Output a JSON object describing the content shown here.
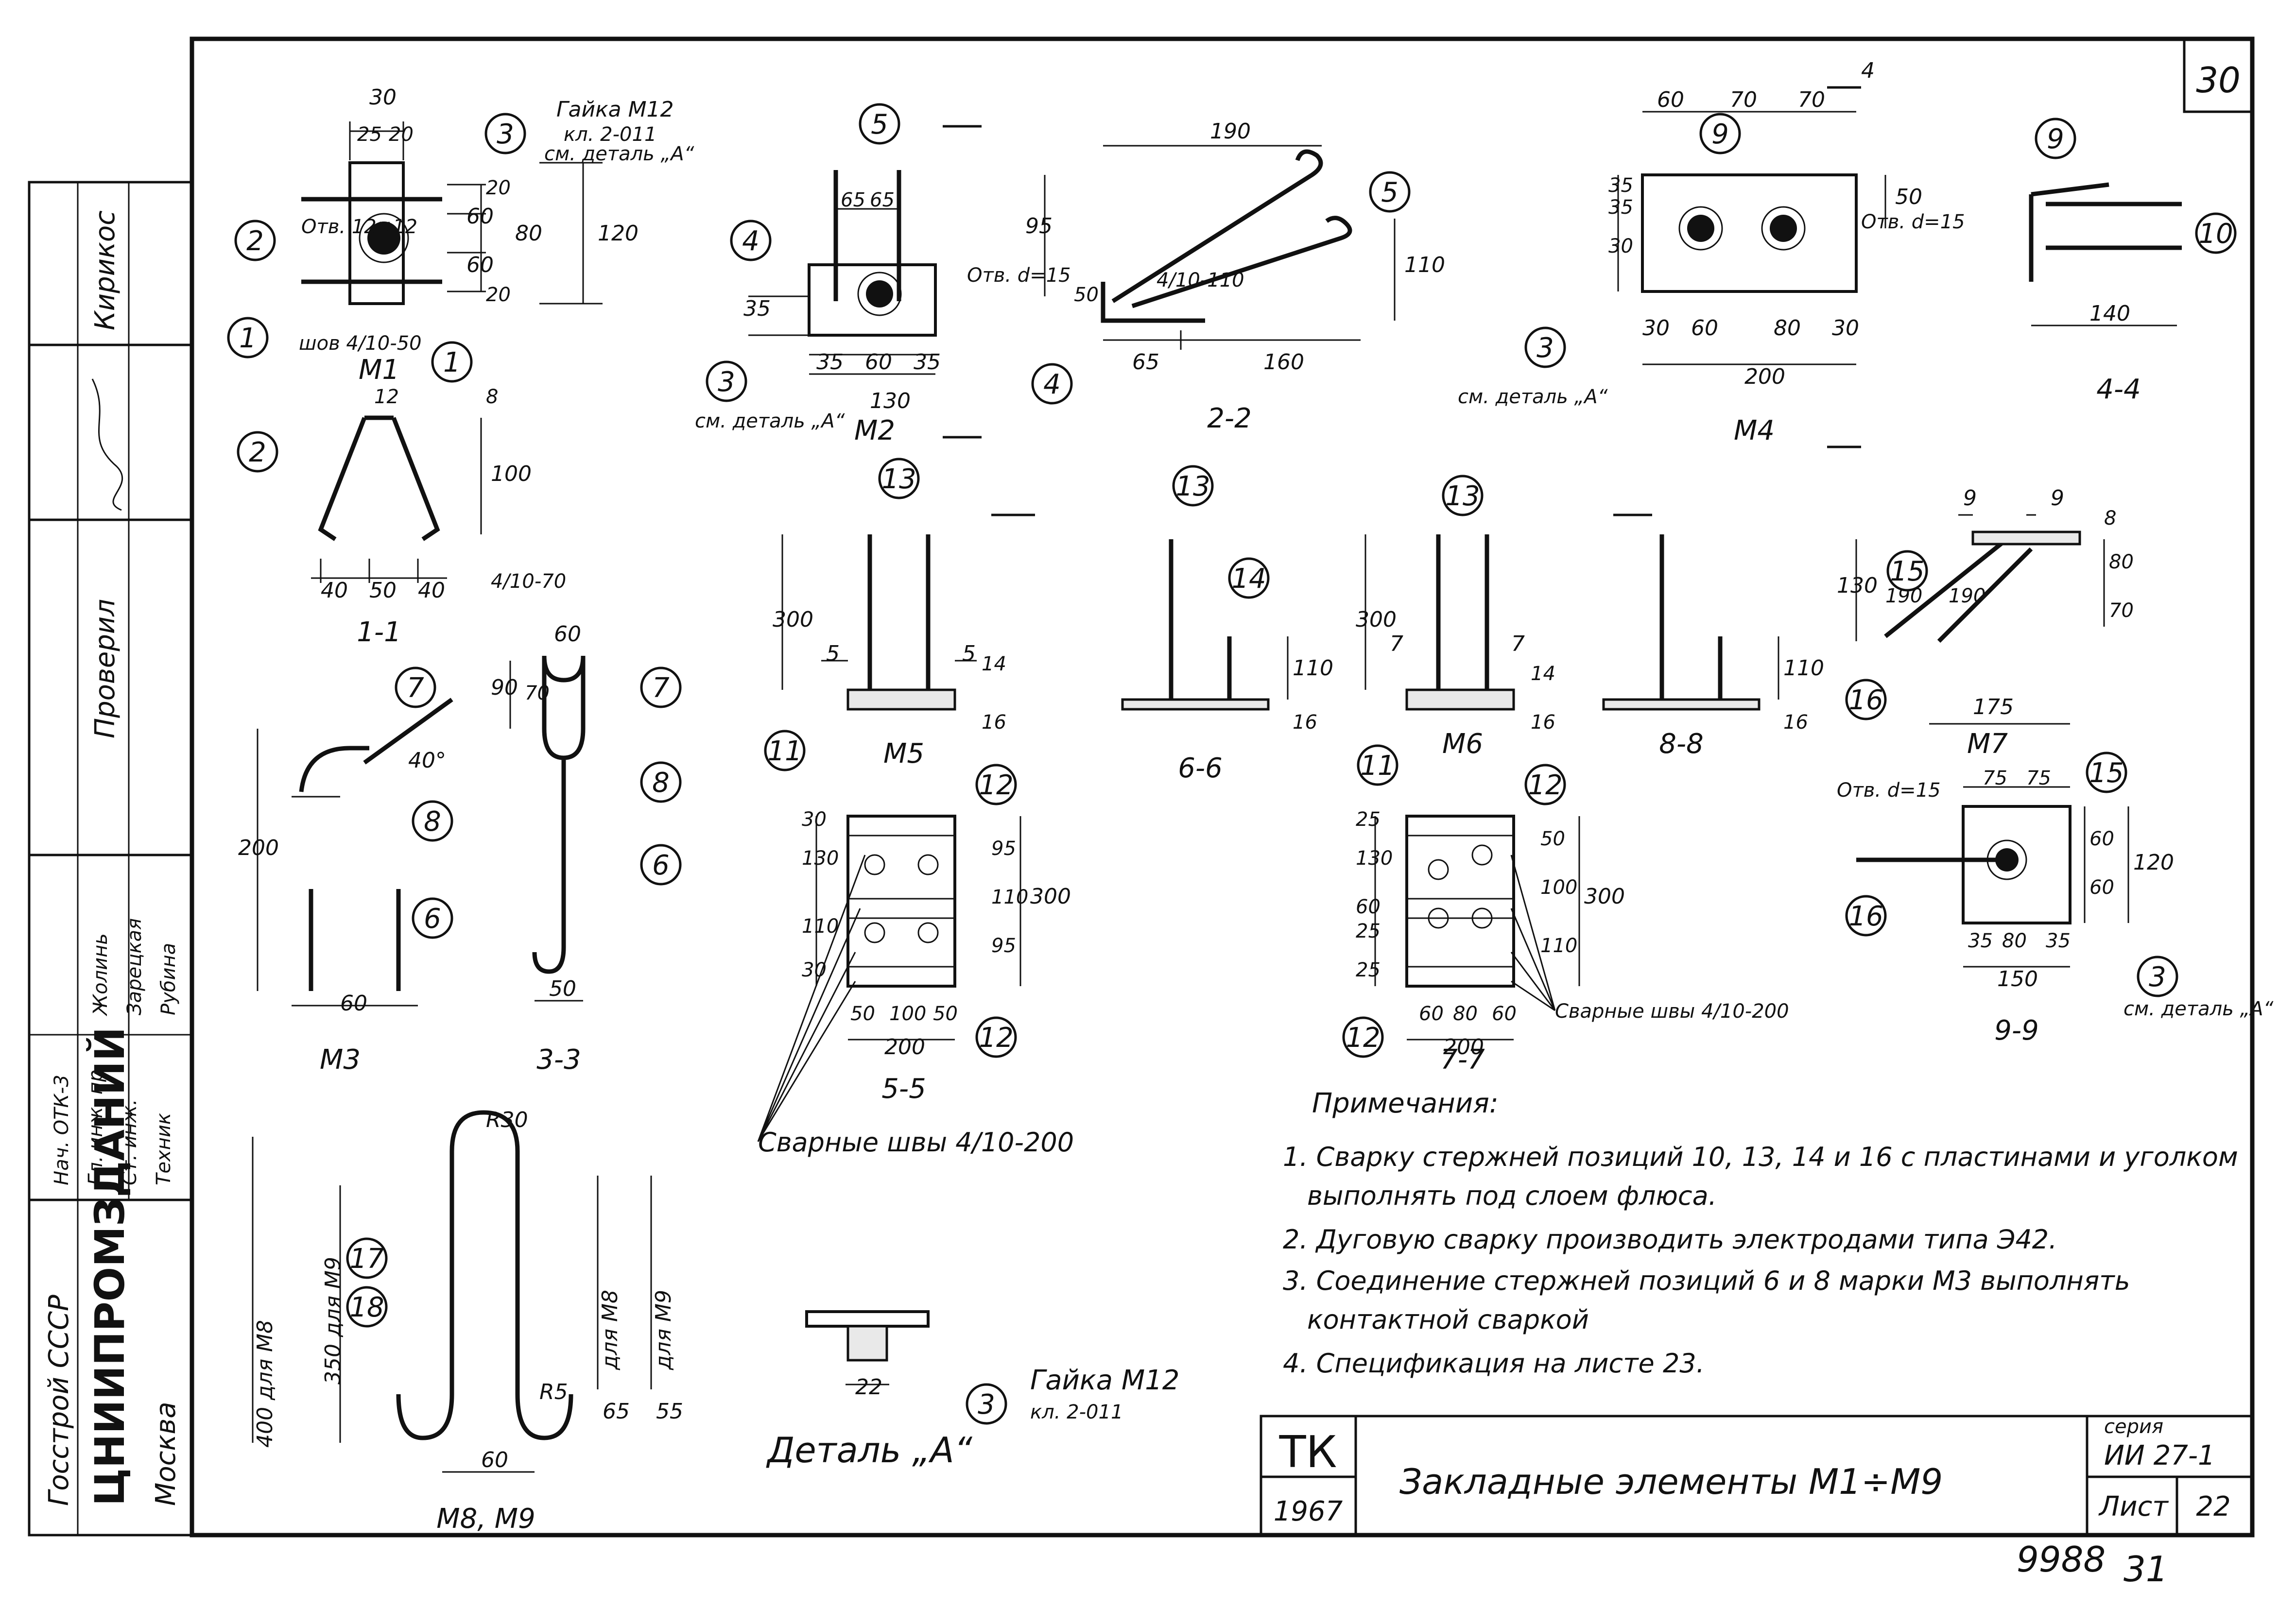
{
  "sheet": {
    "corner_number": "30",
    "bottom_number": "9988",
    "bottom_number_2": "31"
  },
  "title_block": {
    "tk": "ТК",
    "year": "1967",
    "title": "Закладные  элементы  М1÷М9",
    "series_label": "серия",
    "series": "ИИ 27-1",
    "sheet_label": "Лист",
    "sheet_no": "22"
  },
  "side_block": {
    "org1": "Госстрой СССР",
    "org2": "ЦНИИПРОМЗДАНИЙ",
    "city": "Москва",
    "roles": [
      "Нач. ОТК-3",
      "Гл. инж. пр.",
      "Ст. инж.",
      "Техник"
    ],
    "names": [
      "Жолинь",
      "Зарецкая",
      "Рубина"
    ],
    "vertical_roles": [
      "Проверил",
      "Кирикос"
    ],
    "head": "Кирикос"
  },
  "labels": {
    "m1": "М1",
    "s1_1": "1-1",
    "m2": "М2",
    "s2_2": "2-2",
    "m3": "М3",
    "s3_3": "3-3",
    "m4": "М4",
    "s4_4": "4-4",
    "m5": "М5",
    "s5_5": "5-5",
    "s6_6": "6-6",
    "m6": "М6",
    "s7_7": "7-7",
    "s8_8": "8-8",
    "m7": "М7",
    "s9_9": "9-9",
    "m8m9": "М8, М9",
    "detail_a": "Деталь „А“"
  },
  "callouts": {
    "nut_m12": "Гайка М12",
    "kl": "кл. 2-011",
    "see_detail_a": "см. деталь „А“",
    "hole_12": "Отв. 12×12",
    "hole_d15": "Отв. d=15",
    "weld_4_10_50": "шов 4/10-50",
    "weld_4_10_110": "4/10-110",
    "weld_4_10_70": "4/10-70",
    "welds_200": "Сварные швы 4/10-200",
    "for_m8": "для М8",
    "for_m9": "для М9",
    "dim_400_m8": "400 для М8",
    "dim_350_m9": "350 для М9"
  },
  "dims": {
    "m1": [
      "30",
      "25",
      "20",
      "60",
      "80",
      "120",
      "20",
      "60",
      "20",
      "12",
      "8",
      "100",
      "40",
      "50",
      "40"
    ],
    "m2": [
      "65",
      "65",
      "35",
      "35",
      "60",
      "35",
      "130"
    ],
    "s2_2": [
      "190",
      "95",
      "110",
      "50",
      "65",
      "160"
    ],
    "m3": [
      "200",
      "40°",
      "60",
      "60",
      "90",
      "70",
      "50"
    ],
    "m4": [
      "60",
      "70",
      "70",
      "4",
      "30",
      "35",
      "35",
      "50",
      "30",
      "60",
      "80",
      "30",
      "200"
    ],
    "s4_4": [
      "140"
    ],
    "m5": [
      "300",
      "5",
      "5",
      "14",
      "16"
    ],
    "s5_5": [
      "30",
      "130",
      "110",
      "30",
      "95",
      "110",
      "95",
      "300",
      "50",
      "100",
      "50",
      "200"
    ],
    "s6_6": [
      "110",
      "16"
    ],
    "m6": [
      "300",
      "7",
      "7",
      "14",
      "16"
    ],
    "s7_7": [
      "25",
      "130",
      "25",
      "60",
      "25",
      "50",
      "100",
      "110",
      "300",
      "60",
      "80",
      "60",
      "200"
    ],
    "s8_8": [
      "110",
      "16"
    ],
    "m7": [
      "9",
      "9",
      "8",
      "130",
      "80",
      "70",
      "190",
      "190",
      "175"
    ],
    "s9_9": [
      "75",
      "75",
      "60",
      "60",
      "120",
      "35",
      "80",
      "35",
      "150"
    ],
    "m8m9": [
      "R30",
      "R5",
      "65",
      "55",
      "60"
    ],
    "detail_a": [
      "22"
    ]
  },
  "notes": {
    "heading": "Примечания:",
    "items": [
      "1. Сварку стержней позиций 10, 13, 14 и 16 с пластинами и уголком",
      "выполнять под слоем флюса.",
      "2. Дуговую сварку производить электродами типа Э42.",
      "3. Соединение стержней позиций 6 и 8 марки М3 выполнять",
      "контактной сваркой",
      "4. Спецификация на листе 23."
    ]
  },
  "positions": [
    "1",
    "2",
    "3",
    "4",
    "5",
    "6",
    "7",
    "8",
    "9",
    "10",
    "11",
    "12",
    "13",
    "14",
    "15",
    "16",
    "17",
    "18"
  ]
}
